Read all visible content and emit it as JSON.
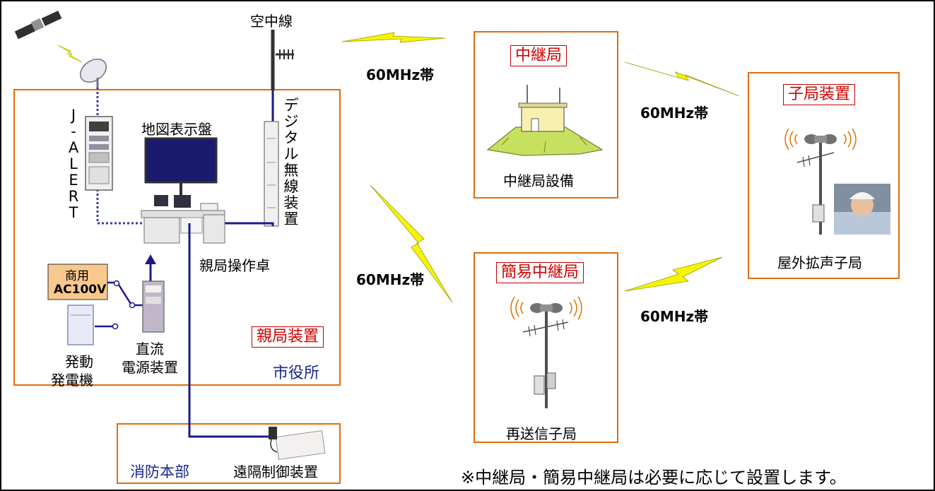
{
  "labels": {
    "antenna": "空中線",
    "map_display": "地図表示盤",
    "jalert": [
      "J",
      "-",
      "A",
      "L",
      "E",
      "R",
      "T"
    ],
    "digital_radio": [
      "デ",
      "ジ",
      "タ",
      "ル",
      "無",
      "線",
      "装",
      "置"
    ],
    "console": "親局操作卓",
    "commercial_line1": "商用",
    "commercial_line2": "AC100V",
    "generator_line1": "発動",
    "generator_line2": "発電機",
    "dc_power_line1": "直流",
    "dc_power_line2": "電源装置",
    "parent_station": "親局装置",
    "city_hall": "市役所",
    "fire_hq": "消防本部",
    "remote_control": "遠隔制御装置",
    "relay_station": "中継局",
    "relay_equipment": "中継局設備",
    "simple_relay": "簡易中継局",
    "retransmit_child": "再送信子局",
    "child_station": "子局装置",
    "outdoor_speaker": "屋外拡声子局",
    "note": "※中継局・簡易中継局は必要に応じて設置します。"
  },
  "links": {
    "f1": "60MHz帯",
    "f2": "60MHz帯",
    "f3": "60MHz帯",
    "f4": "60MHz帯"
  },
  "colors": {
    "box_border": "#e46c0a",
    "red_label": "#d00000",
    "blue_line": "#1a1a8c",
    "lightning": "#f5f500",
    "commercial_fill": "#f9c88c",
    "mountain": "#c8e060"
  }
}
